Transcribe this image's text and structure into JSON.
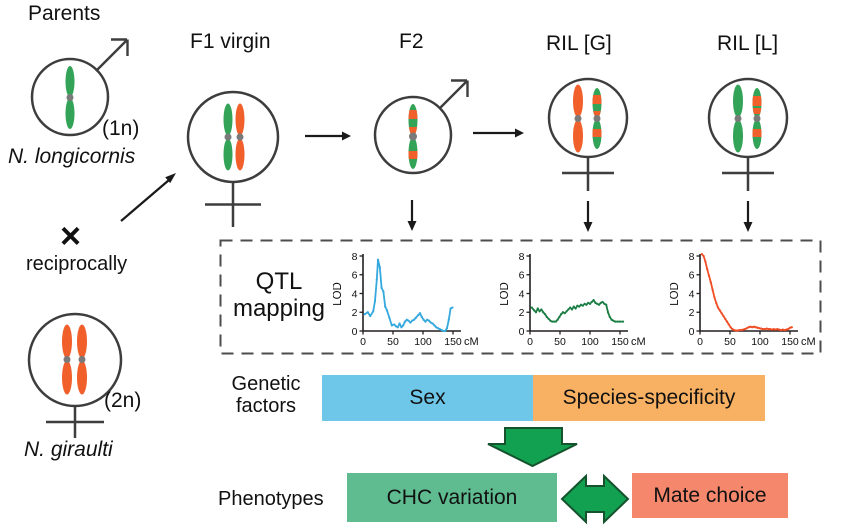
{
  "labels": {
    "parents": "Parents",
    "f1_virgin": "F1 virgin",
    "f2": "F2",
    "ril_g": "RIL [G]",
    "ril_l": "RIL [L]",
    "ploidy_parent1": "(1n)",
    "ploidy_parent2": "(2n)",
    "species_parent1": "N. longicornis",
    "species_parent2": "N. giraulti",
    "cross_symbol": "×",
    "reciprocally": "reciprocally",
    "qtl_line1": "QTL",
    "qtl_line2": "mapping",
    "genetic_line1": "Genetic",
    "genetic_line2": "factors",
    "phenotypes": "Phenotypes"
  },
  "factor_boxes": [
    {
      "label": "Sex",
      "color": "#6EC6E9"
    },
    {
      "label": "Species-specificity",
      "color": "#F8B163"
    }
  ],
  "phenotype_boxes": [
    {
      "label": "CHC variation",
      "color": "#5FBC90"
    },
    {
      "label": "Mate choice",
      "color": "#F5876C"
    }
  ],
  "colors": {
    "chromosome_green": "#33A457",
    "chromosome_orange": "#F15F2B",
    "centromere_gray": "#7A7A7A",
    "outline_dark": "#3D3D3D",
    "arrow_black": "#1A1A1A",
    "axis_black": "#231F20",
    "block_arrow_green": "#12A150",
    "block_arrow_stroke": "#14532D",
    "dashed_border_gray": "#4D4D4D"
  },
  "chart_data": [
    {
      "type": "line",
      "name": "F2",
      "color": "#35A9DE",
      "ylabel": "LOD",
      "xunit": "cM",
      "y_ticks": [
        0,
        2,
        4,
        6,
        8
      ],
      "x_ticks": [
        0,
        50,
        100,
        150
      ],
      "xlim": [
        0,
        160
      ],
      "ylim": [
        0,
        8
      ],
      "grid": false,
      "legend": "none",
      "x": [
        3,
        8,
        12,
        17,
        20,
        23,
        25,
        28,
        31,
        34,
        37,
        40,
        44,
        48,
        52,
        55,
        58,
        61,
        64,
        67,
        70,
        73,
        76,
        79,
        82,
        85,
        88,
        92,
        95,
        98,
        101,
        104,
        107,
        110,
        113,
        116,
        119,
        122,
        125,
        128,
        131,
        134,
        137,
        140,
        143,
        146,
        149
      ],
      "lod": [
        1.8,
        2.0,
        1.6,
        2.1,
        3.2,
        5.5,
        7.6,
        6.8,
        4.6,
        4.2,
        2.6,
        2.2,
        1.4,
        0.6,
        0.7,
        0.5,
        0.4,
        0.8,
        0.4,
        0.6,
        1.0,
        1.2,
        1.1,
        0.9,
        1.1,
        1.2,
        1.4,
        1.7,
        1.9,
        1.5,
        1.2,
        1.0,
        1.2,
        1.1,
        0.9,
        0.8,
        0.6,
        0.4,
        0.3,
        0.2,
        0.1,
        0.0,
        0.0,
        0.3,
        1.2,
        2.4,
        2.5
      ]
    },
    {
      "type": "line",
      "name": "RIL [G]",
      "color": "#1B7E45",
      "ylabel": "LOD",
      "xunit": "cM",
      "y_ticks": [
        0,
        2,
        4,
        6,
        8
      ],
      "x_ticks": [
        0,
        50,
        100,
        150
      ],
      "xlim": [
        0,
        160
      ],
      "ylim": [
        0,
        8
      ],
      "grid": false,
      "legend": "none",
      "x": [
        3,
        7,
        10,
        13,
        16,
        19,
        22,
        25,
        28,
        31,
        34,
        37,
        40,
        43,
        46,
        49,
        52,
        55,
        58,
        61,
        64,
        67,
        70,
        73,
        76,
        79,
        82,
        85,
        88,
        91,
        94,
        97,
        100,
        103,
        106,
        109,
        112,
        115,
        118,
        121,
        124,
        127,
        130,
        133,
        136,
        139,
        142,
        146,
        150,
        155
      ],
      "lod": [
        2.5,
        2.2,
        2.0,
        2.4,
        2.1,
        2.3,
        2.0,
        1.8,
        1.5,
        1.3,
        1.1,
        1.0,
        1.0,
        1.0,
        1.2,
        1.5,
        1.8,
        2.0,
        1.9,
        2.1,
        2.3,
        2.5,
        2.3,
        2.6,
        2.4,
        2.7,
        2.6,
        2.8,
        2.7,
        2.9,
        2.8,
        3.0,
        2.9,
        3.1,
        3.3,
        3.0,
        2.9,
        2.8,
        3.0,
        3.1,
        2.9,
        2.8,
        2.0,
        1.5,
        1.2,
        1.1,
        1.0,
        1.0,
        1.0,
        1.0
      ]
    },
    {
      "type": "line",
      "name": "RIL [L]",
      "color": "#F04F26",
      "ylabel": "LOD",
      "xunit": "cM",
      "y_ticks": [
        0,
        2,
        4,
        6,
        8
      ],
      "x_ticks": [
        0,
        50,
        100,
        150
      ],
      "xlim": [
        0,
        160
      ],
      "ylim": [
        0,
        8
      ],
      "grid": false,
      "legend": "none",
      "x": [
        3,
        6,
        9,
        12,
        15,
        18,
        21,
        24,
        27,
        30,
        33,
        36,
        39,
        42,
        45,
        48,
        51,
        54,
        57,
        60,
        63,
        66,
        69,
        72,
        75,
        78,
        81,
        84,
        87,
        90,
        93,
        96,
        99,
        102,
        105,
        108,
        111,
        114,
        117,
        120,
        123,
        126,
        129,
        132,
        135,
        138,
        141,
        144,
        147,
        150,
        153
      ],
      "lod": [
        8.2,
        8.0,
        7.4,
        6.6,
        5.9,
        5.2,
        4.4,
        3.6,
        3.0,
        2.5,
        2.2,
        1.9,
        1.6,
        1.3,
        1.0,
        0.7,
        0.4,
        0.2,
        0.1,
        0.05,
        0.05,
        0.1,
        0.1,
        0.15,
        0.2,
        0.3,
        0.4,
        0.45,
        0.4,
        0.45,
        0.4,
        0.35,
        0.3,
        0.25,
        0.2,
        0.2,
        0.25,
        0.2,
        0.2,
        0.15,
        0.2,
        0.15,
        0.2,
        0.15,
        0.1,
        0.15,
        0.1,
        0.15,
        0.2,
        0.35,
        0.4
      ]
    }
  ]
}
